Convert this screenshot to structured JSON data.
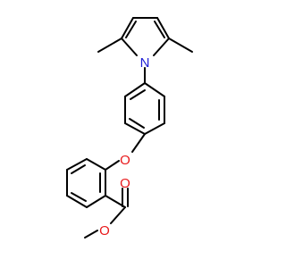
{
  "molecule": {
    "atoms": {
      "nitrogen": "N",
      "ether_oxygen": "O",
      "carbonyl_oxygen": "O",
      "ester_oxygen": "O"
    }
  },
  "colors": {
    "bond": "#000000",
    "nitrogen": "#1f1fd6",
    "oxygen": "#e8181a",
    "background": "#ffffff"
  }
}
